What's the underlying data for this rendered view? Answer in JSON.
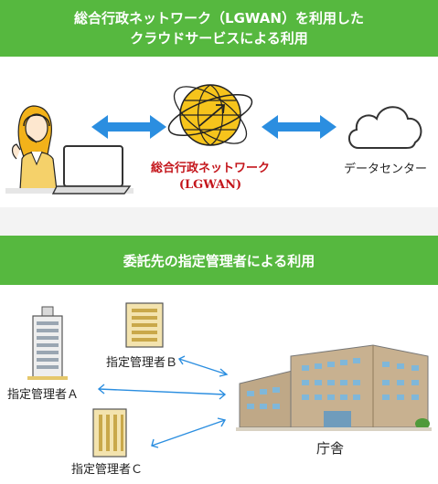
{
  "section1": {
    "title_line1": "総合行政ネットワーク（LGWAN）を利用した",
    "title_line2": "クラウドサービスによる利用"
  },
  "lgwan": {
    "name": "総合行政ネットワーク",
    "abbr": "(LGWAN)"
  },
  "datacenter_label": "データセンター",
  "section2": {
    "title": "委託先の指定管理者による利用"
  },
  "managers": {
    "a": "指定管理者Ａ",
    "b": "指定管理者Ｂ",
    "c": "指定管理者Ｃ"
  },
  "government_office_label": "庁舎",
  "colors": {
    "banner_green": "#56b83f",
    "arrow_blue": "#2b8ee0",
    "lgwan_red": "#c4161c",
    "globe_gold": "#e8b21c"
  }
}
